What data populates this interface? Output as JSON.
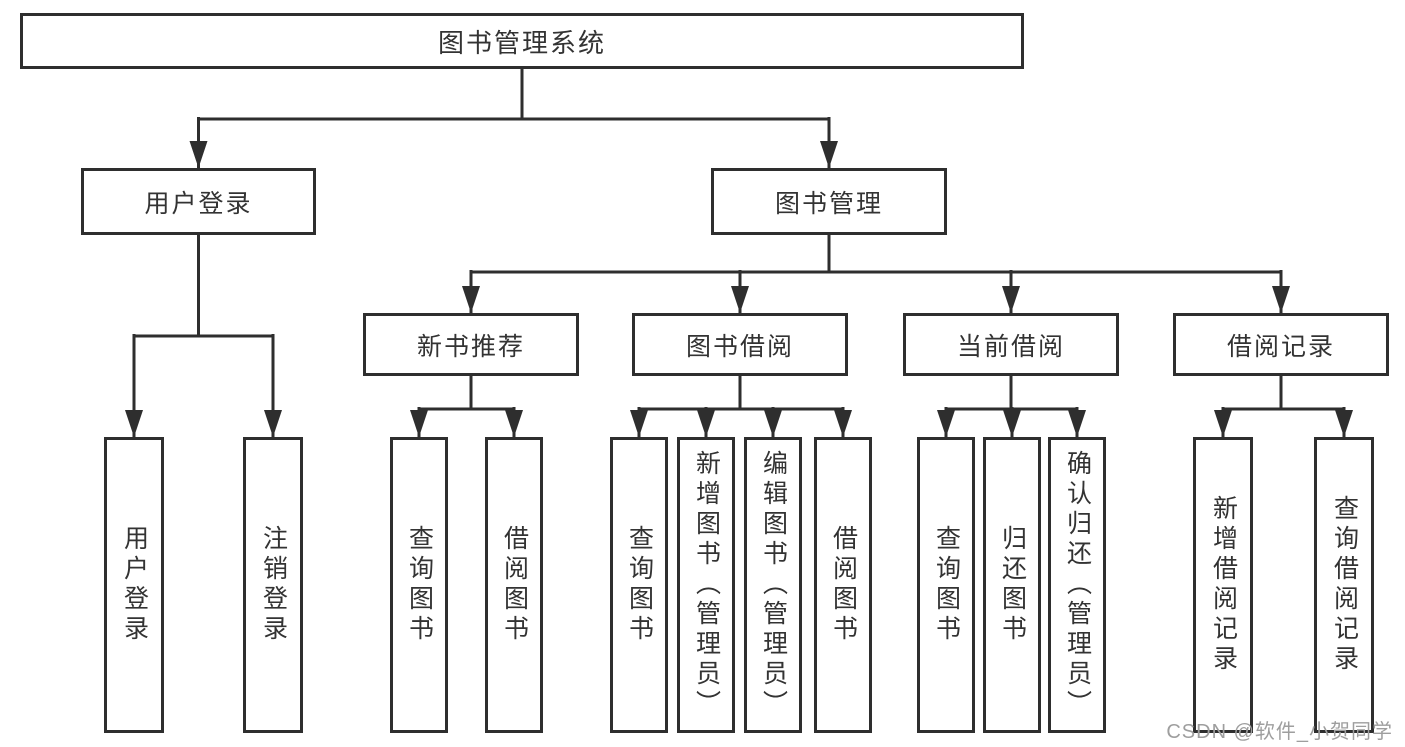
{
  "diagram": {
    "root": "图书管理系统",
    "user_login": {
      "label": "用户登录",
      "children": [
        "用户登录",
        "注销登录"
      ]
    },
    "book_management": {
      "label": "图书管理",
      "sections": [
        {
          "label": "新书推荐",
          "children": [
            "查询图书",
            "借阅图书"
          ]
        },
        {
          "label": "图书借阅",
          "children": [
            "查询图书",
            "新增图书（管理员）",
            "编辑图书（管理员）",
            "借阅图书"
          ]
        },
        {
          "label": "当前借阅",
          "children": [
            "查询图书",
            "归还图书",
            "确认归还（管理员）"
          ]
        },
        {
          "label": "借阅记录",
          "children": [
            "新增借阅记录",
            "查询借阅记录"
          ]
        }
      ]
    }
  },
  "watermark": "CSDN @软件_小贺同学",
  "colors": {
    "line": "#2e2e2e",
    "border": "#2e2e2e",
    "text": "#333333",
    "watermark": "#9e9e9e",
    "background": "#ffffff"
  }
}
